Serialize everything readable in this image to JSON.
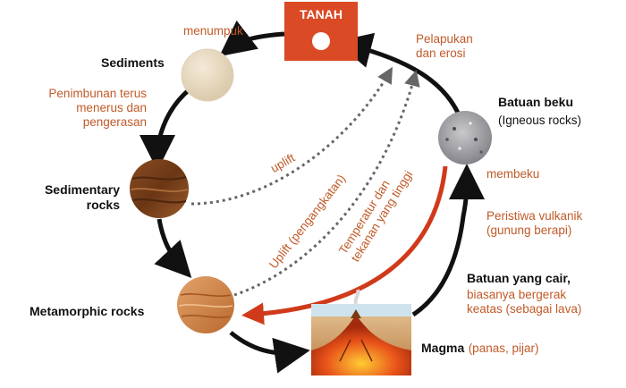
{
  "nodes": {
    "tanah": "TANAH",
    "sediments": "Sediments",
    "sedimentary_line1": "Sedimentary",
    "sedimentary_line2": "rocks",
    "metamorphic": "Metamorphic rocks",
    "batuan_beku": "Batuan beku",
    "igneous": "(Igneous rocks)",
    "magma": "Magma",
    "magma_desc": "(panas, pijar)",
    "batuan_cair": "Batuan yang cair,"
  },
  "processes": {
    "menumpuk": "menumpuk",
    "pelapukan_line1": "Pelapukan",
    "pelapukan_line2": "dan erosi",
    "penimbunan_line1": "Penimbunan terus",
    "penimbunan_line2": "menerus dan",
    "penimbunan_line3": "pengerasan",
    "uplift": "uplift",
    "uplift_pengangkatan": "Uplift (pengangkatan)",
    "temperatur_line1": "Temperatur dan",
    "temperatur_line2": "tekanan yang tinggi",
    "membeku": "membeku",
    "peristiwa_line1": "Peristiwa vulkanik",
    "peristiwa_line2": "(gunung berapi)",
    "bergerak_line1": "biasanya bergerak",
    "bergerak_line2": "keatas (sebagai lava)"
  },
  "colors": {
    "cycle_arrow": "#111111",
    "process_text": "#c05a28",
    "tanah_box": "#d94a25",
    "dotted_arrow": "#666666",
    "heat_arrow": "#d03a1a"
  }
}
